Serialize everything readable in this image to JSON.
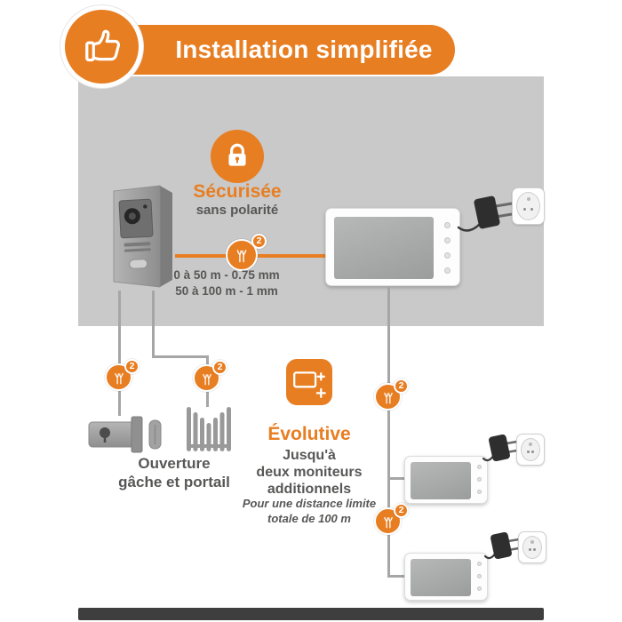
{
  "banner": {
    "title": "Installation simplifiée"
  },
  "secure": {
    "title": "Sécurisée",
    "subtitle": "sans polarité"
  },
  "wire": {
    "count": "2"
  },
  "specs": {
    "line1": "0 à 50 m - 0.75 mm",
    "line2": "50 à 100 m - 1 mm"
  },
  "opening": {
    "line1": "Ouverture",
    "line2": "gâche et portail"
  },
  "evolutive": {
    "title": "Évolutive",
    "line1": "Jusqu'à",
    "line2": "deux moniteurs",
    "line3": "additionnels",
    "note1": "Pour une distance limite",
    "note2": "totale de 100 m"
  },
  "icons": {
    "thumbs_up": "hand-thumbs-up",
    "padlock": "closed-padlock",
    "wire_pair": "two-stripped-wires",
    "monitor_add": "monitor-with-plus"
  },
  "colors": {
    "accent_orange": "#E87E22",
    "panel_gray": "#C9C9C9",
    "text_dark": "#575756",
    "line_gray": "#A6A6A6",
    "bottom_bar": "#3E3E3E"
  }
}
